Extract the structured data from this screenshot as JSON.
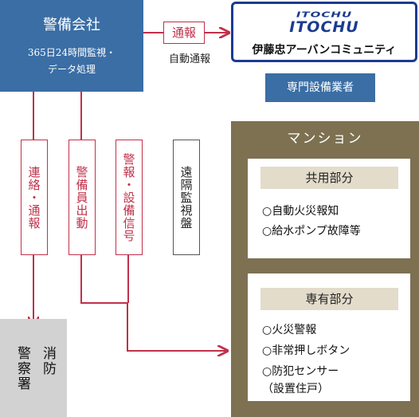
{
  "security_company": {
    "title": "警備会社",
    "subtitle_line1": "365日24時間監視・",
    "subtitle_line2": "データ処理"
  },
  "report_tag": "通報",
  "auto_report_label": "自動通報",
  "itochu": {
    "logo_line1": "ITOCHU",
    "logo_line2": "ITOCHU",
    "company_name": "伊藤忠アーバンコミュニティ"
  },
  "specialist_label": "専門設備業者",
  "vertical_tags": {
    "contact": "連絡・通報",
    "dispatch": "警備員出動",
    "signal": "警報・設備信号",
    "remote": "遠隔監視盤"
  },
  "fire_police": {
    "fire": "消防",
    "police": "警察署"
  },
  "mansion": {
    "title": "マンション",
    "common": {
      "heading": "共用部分",
      "items": [
        "○自動火災報知",
        "○給水ポンプ故障等"
      ]
    },
    "private": {
      "heading": "専有部分",
      "items": [
        "○火災警報",
        "○非常押しボタン",
        "○防犯センサー",
        "（設置住戸）"
      ]
    }
  },
  "colors": {
    "blue": "#3a6ea5",
    "red": "#c0304a",
    "brown": "#7d7152",
    "gray": "#d2d2d2"
  }
}
